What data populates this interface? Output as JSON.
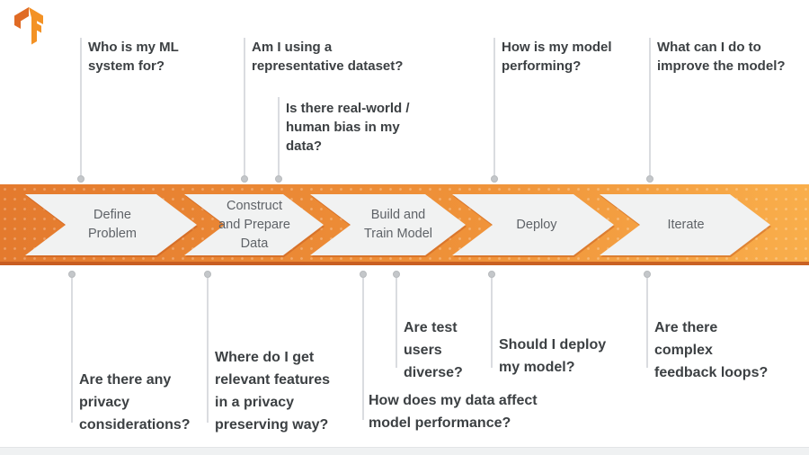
{
  "logo": {
    "icon": "tensorflow-logo"
  },
  "colors": {
    "banner_gradient_left": "#E47A2E",
    "banner_gradient_right": "#F9AE4B",
    "banner_bottom_edge": "#C45A20",
    "chevron_fill": "#F1F2F2",
    "stage_label_text": "#5F6368",
    "question_text": "#3C4043",
    "connector_line": "#DADCE0",
    "connector_dot": "#C4C7CA",
    "logo_dark_orange": "#E06B25",
    "logo_light_orange": "#F39225"
  },
  "stages": [
    {
      "label": "Define\nProblem"
    },
    {
      "label": "Construct\nand Prepare\nData"
    },
    {
      "label": "Build and\nTrain Model"
    },
    {
      "label": "Deploy"
    },
    {
      "label": "Iterate"
    }
  ],
  "top_questions": [
    {
      "text": "Who is my ML\nsystem for?"
    },
    {
      "text": "Am I using a\nrepresentative dataset?"
    },
    {
      "text": "Is there real-world /\nhuman bias in my\ndata?"
    },
    {
      "text": "How is my model\nperforming?"
    },
    {
      "text": "What can I do to\nimprove the model?"
    }
  ],
  "bottom_questions": [
    {
      "text": "Are there any\nprivacy\nconsiderations?"
    },
    {
      "text": "Where do I get\nrelevant features\nin a privacy\npreserving way?"
    },
    {
      "text": "Are test\nusers\ndiverse?"
    },
    {
      "text": "How does my data affect\nmodel performance?"
    },
    {
      "text": "Should I deploy\nmy model?"
    },
    {
      "text": "Are there\ncomplex\nfeedback loops?"
    }
  ]
}
